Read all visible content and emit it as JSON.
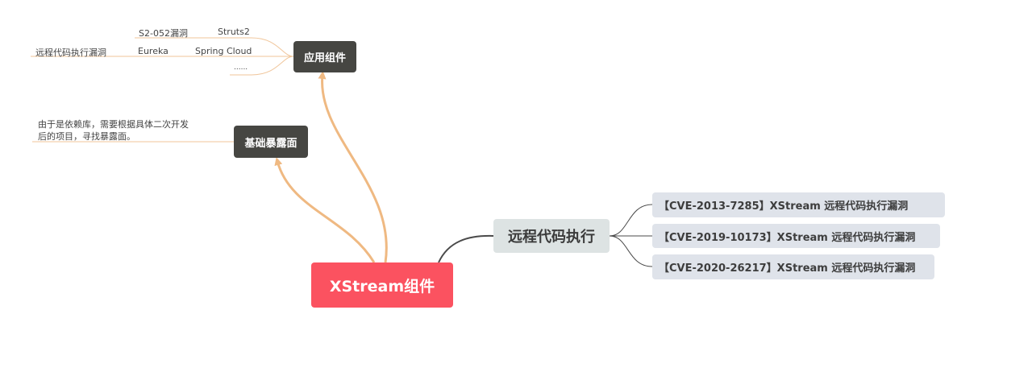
{
  "root": {
    "label": "XStream组件"
  },
  "app_component": {
    "label": "应用组件",
    "items": [
      {
        "framework": "Struts2",
        "vuln": "S2-052漏洞"
      },
      {
        "framework": "Spring Cloud",
        "component": "Eureka",
        "vuln": "远程代码执行漏洞"
      },
      {
        "framework": "......"
      }
    ]
  },
  "base_exposure": {
    "label": "基础暴露面",
    "description": "由于是依赖库，需要根据具体二次开发后的项目，寻找暴露面。"
  },
  "rce": {
    "label": "远程代码执行",
    "items": [
      "【CVE-2013-7285】XStream 远程代码执行漏洞",
      "【CVE-2019-10173】XStream 远程代码执行漏洞",
      "【CVE-2020-26217】XStream 远程代码执行漏洞"
    ]
  },
  "colors": {
    "root": "#fb5260",
    "dark_node": "#464642",
    "rce_node": "#dde3e3",
    "cve_node": "#dfe3ea",
    "orange_branch": "#efb982",
    "thin_branch": "#f0c59a",
    "dark_branch": "#4a4a4a"
  }
}
